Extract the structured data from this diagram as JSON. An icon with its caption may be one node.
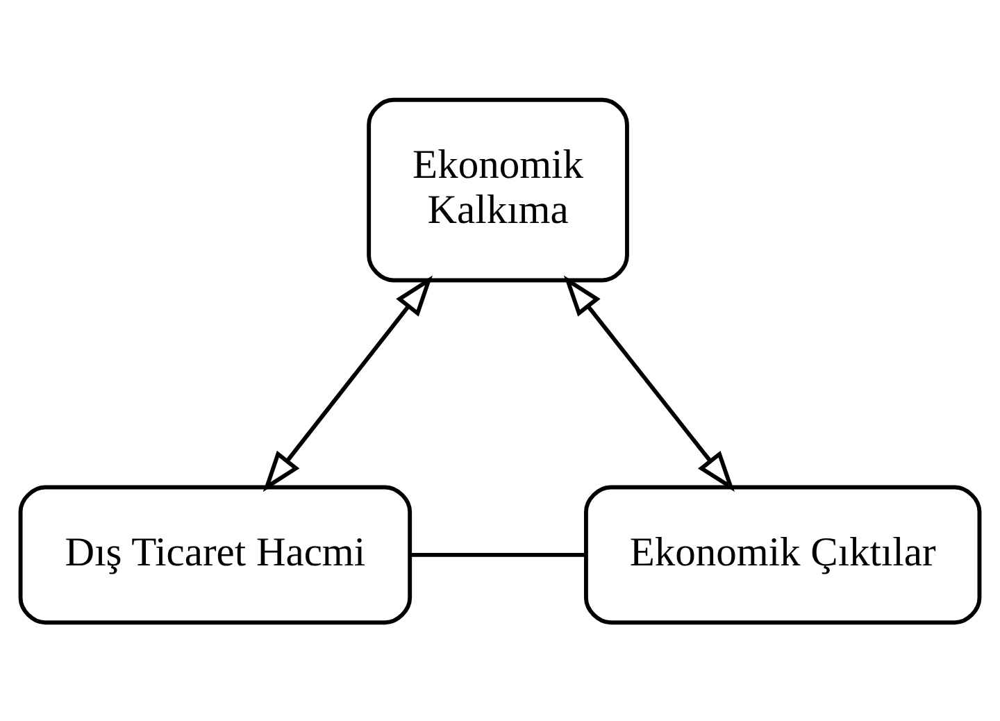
{
  "diagram": {
    "nodes": [
      {
        "text": [
          "Ekonomik Kalkıma"
        ]
      },
      {
        "text": [
          "Dış Ticaret Hacmi"
        ]
      },
      {
        "text": [
          "Ekonomik Çıktılar"
        ]
      }
    ],
    "edges": [
      {
        "from": 0,
        "to": 1,
        "arrow": "both"
      },
      {
        "from": 0,
        "to": 2,
        "arrow": "both"
      },
      {
        "from": 1,
        "to": 2,
        "arrow": "none"
      }
    ]
  }
}
